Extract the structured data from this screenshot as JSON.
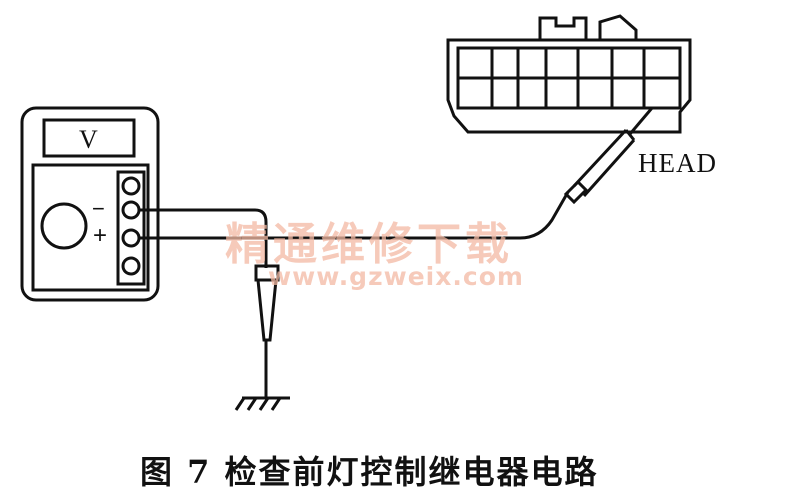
{
  "meter": {
    "unit_label": "V",
    "minus_label": "−",
    "plus_label": "+"
  },
  "connector": {
    "label": "HEAD"
  },
  "watermark": {
    "text_cn": "精通维修下载",
    "url": "www.gzweix.com"
  },
  "caption": "图 7  检查前灯控制继电器电路",
  "colors": {
    "line": "#111111",
    "watermark": "#f3b9a3",
    "background": "#ffffff"
  }
}
